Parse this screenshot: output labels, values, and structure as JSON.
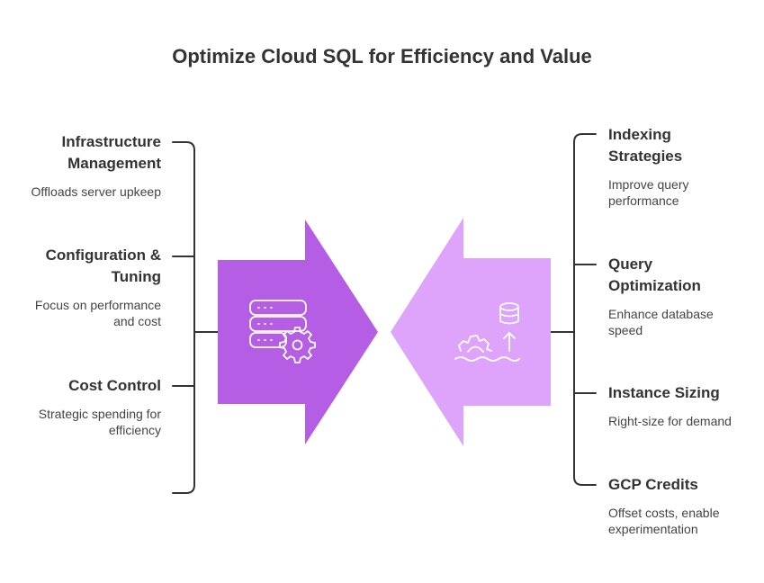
{
  "title": "Optimize Cloud SQL for Efficiency and Value",
  "colors": {
    "left_arrow": "#b65de6",
    "right_arrow": "#dea3fa",
    "bracket": "#333333"
  },
  "left": {
    "icon": "server-gear-icon",
    "items": [
      {
        "heading_line1": "Infrastructure",
        "heading_line2": "Management",
        "desc_line1": "Offloads server upkeep",
        "desc_line2": ""
      },
      {
        "heading_line1": "Configuration &",
        "heading_line2": "Tuning",
        "desc_line1": "Focus on performance",
        "desc_line2": "and cost"
      },
      {
        "heading_line1": "Cost Control",
        "heading_line2": "",
        "desc_line1": "Strategic spending for",
        "desc_line2": "efficiency"
      }
    ]
  },
  "right": {
    "icon": "database-gear-arrow-icon",
    "items": [
      {
        "heading_line1": "Indexing",
        "heading_line2": "Strategies",
        "desc_line1": "Improve query",
        "desc_line2": "performance"
      },
      {
        "heading_line1": "Query",
        "heading_line2": "Optimization",
        "desc_line1": "Enhance database",
        "desc_line2": "speed"
      },
      {
        "heading_line1": "Instance Sizing",
        "heading_line2": "",
        "desc_line1": "Right-size for demand",
        "desc_line2": ""
      },
      {
        "heading_line1": "GCP Credits",
        "heading_line2": "",
        "desc_line1": "Offset costs, enable",
        "desc_line2": "experimentation"
      }
    ]
  }
}
